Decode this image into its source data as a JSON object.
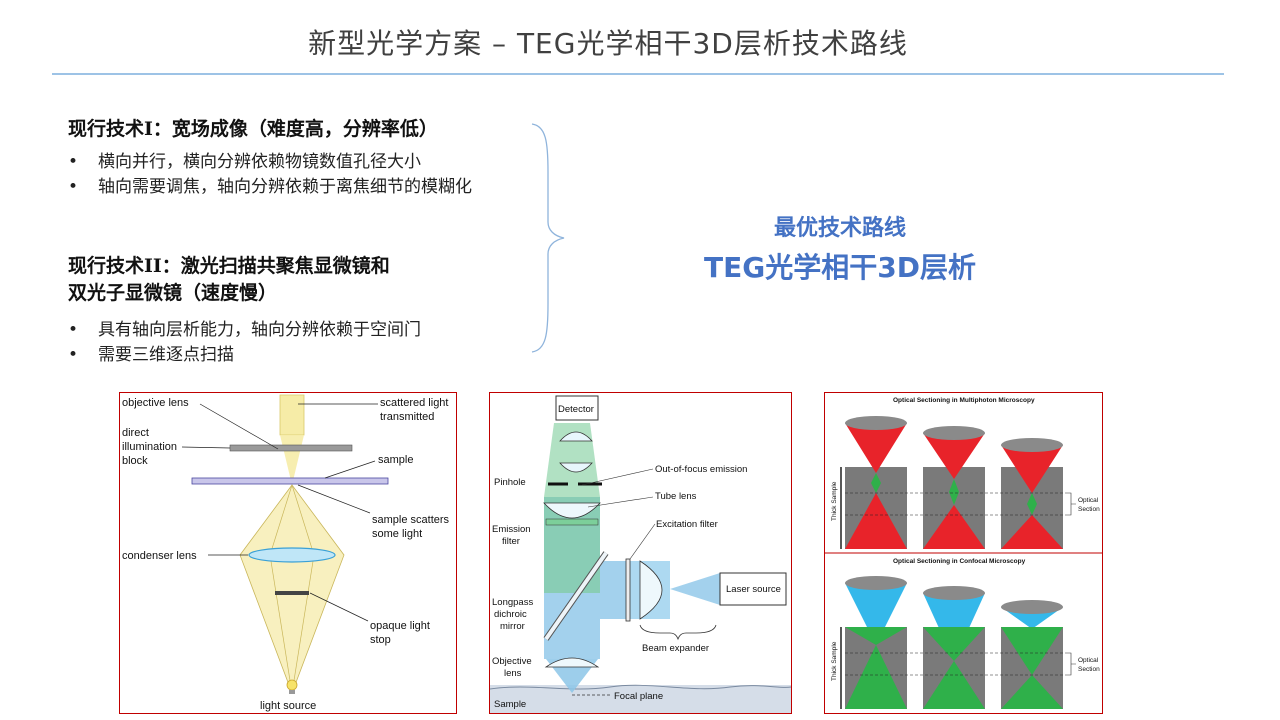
{
  "header": {
    "title": "新型光学方案 – TEG光学相干3D层析技术路线"
  },
  "tech1": {
    "heading": "现行技术I：宽场成像（难度高，分辨率低）",
    "bullets": [
      "横向并行，横向分辨依赖物镜数值孔径大小",
      "轴向需要调焦，轴向分辨依赖于离焦细节的模糊化"
    ]
  },
  "tech2": {
    "heading_line1": "现行技术II：激光扫描共聚焦显微镜和",
    "heading_line2": "双光子显微镜（速度慢）",
    "bullets": [
      "具有轴向层析能力，轴向分辨依赖于空间门",
      "需要三维逐点扫描"
    ]
  },
  "conclusion": {
    "line1": "最优技术路线",
    "line2": "TEG光学相干3D层析"
  },
  "colors": {
    "accent_blue": "#4472c4",
    "rule": "#9dc3e6",
    "panel_border": "#c00000"
  },
  "figure_widefield": {
    "labels": {
      "objective_lens": "objective lens",
      "scattered_light_1": "scattered light",
      "scattered_light_2": "transmitted",
      "direct_1": "direct",
      "direct_2": "illumination",
      "direct_3": "block",
      "sample": "sample",
      "sample_scatters_1": "sample scatters",
      "sample_scatters_2": "some light",
      "condenser_lens": "condenser lens",
      "opaque_1": "opaque light",
      "opaque_2": "stop",
      "light_source": "light source"
    }
  },
  "figure_confocal": {
    "labels": {
      "detector": "Detector",
      "out_of_focus": "Out-of-focus emission",
      "pinhole": "Pinhole",
      "tube_lens": "Tube lens",
      "emission_1": "Emission",
      "emission_2": "filter",
      "excitation": "Excitation filter",
      "laser": "Laser source",
      "longpass_1": "Longpass",
      "longpass_2": "dichroic",
      "longpass_3": "mirror",
      "beam_expander": "Beam expander",
      "objective_1": "Objective",
      "objective_2": "lens",
      "focal_plane": "Focal plane",
      "sample": "Sample"
    }
  },
  "figure_sectioning": {
    "labels": {
      "multiphoton_title": "Optical Sectioning in Multiphoton Microscopy",
      "confocal_title": "Optical Sectioning in Confocal Microscopy",
      "thick_sample": "Thick Sample",
      "optical_1": "Optical",
      "optical_2": "Section"
    }
  }
}
